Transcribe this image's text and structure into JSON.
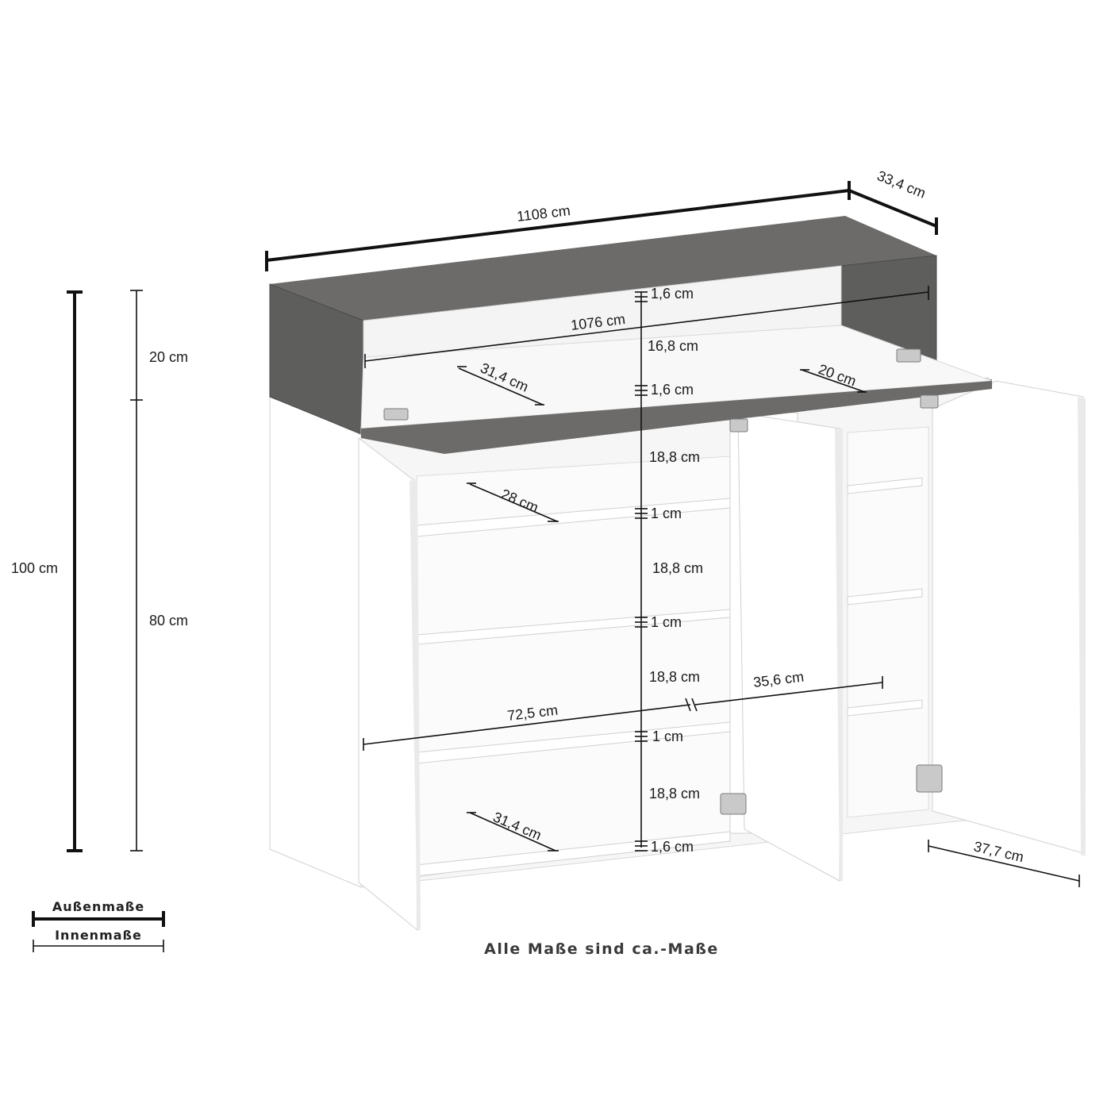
{
  "dimensions": {
    "outer_width": "1108 cm",
    "outer_depth": "33,4 cm",
    "inner_top_width": "1076 cm",
    "total_height": "100 cm",
    "upper_height": "20 cm",
    "lower_height": "80 cm",
    "top_board": "1,6 cm",
    "niche_height": "16,8 cm",
    "mid_board": "1,6 cm",
    "compartment_1": "18,8 cm",
    "shelf_1": "1 cm",
    "compartment_2": "18,8 cm",
    "shelf_2": "1 cm",
    "compartment_3": "18,8 cm",
    "shelf_3": "1 cm",
    "compartment_4": "18,8 cm",
    "bottom_board": "1,6 cm",
    "niche_depth_left": "31,4 cm",
    "niche_depth_right": "20 cm",
    "shelf_depth_top": "28 cm",
    "inner_width_left": "72,5 cm",
    "inner_width_right": "35,6 cm",
    "shelf_depth_bottom": "31,4 cm",
    "door_width": "37,7 cm"
  },
  "legend": {
    "outer": "Außenmaße",
    "inner": "Innenmaße"
  },
  "note": "Alle Maße sind ca.-Maße",
  "colors": {
    "body": "#ffffff",
    "top_accent": "#5e5e5c",
    "lines": "#111111"
  }
}
